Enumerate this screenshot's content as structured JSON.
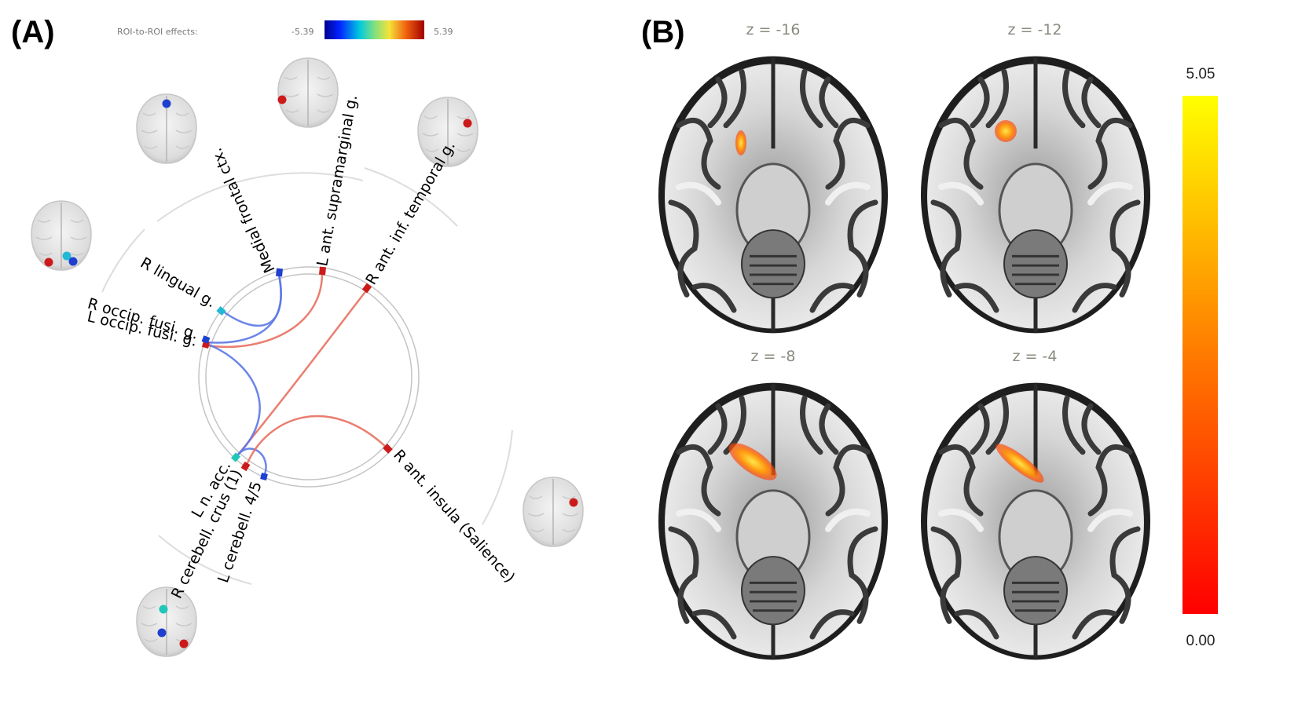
{
  "panels": {
    "a_label": "(A)",
    "b_label": "(B)"
  },
  "connectome": {
    "effects_label": "ROI-to-ROI effects:",
    "scale_min": "-5.39",
    "scale_max": "5.39",
    "rois": [
      {
        "label": "Medial frontal ctx.",
        "color": "#1f3fcf"
      },
      {
        "label": "L ant. supramarginal g.",
        "color": "#cc1a1a"
      },
      {
        "label": "R ant. inf. temporal g.",
        "color": "#cc1a1a"
      },
      {
        "label": "R lingual g.",
        "color": "#22b8d6"
      },
      {
        "label": "R occip. fusi. g.",
        "color": "#cc1a1a"
      },
      {
        "label": "L occip. fusi. g.",
        "color": "#1f3fcf"
      },
      {
        "label": "L n. acc.",
        "color": "#22c6b8"
      },
      {
        "label": "R cerebell. crus (1)",
        "color": "#cc1a1a"
      },
      {
        "label": "L cerebell. 4/5",
        "color": "#1f3fcf"
      },
      {
        "label": "R ant. insula (Salience)",
        "color": "#cc1a1a"
      }
    ]
  },
  "slices": [
    {
      "title": "z = -16"
    },
    {
      "title": "z = -12"
    },
    {
      "title": "z = -8"
    },
    {
      "title": "z = -4"
    }
  ],
  "colorbar": {
    "max": "5.05",
    "min": "0.00"
  }
}
